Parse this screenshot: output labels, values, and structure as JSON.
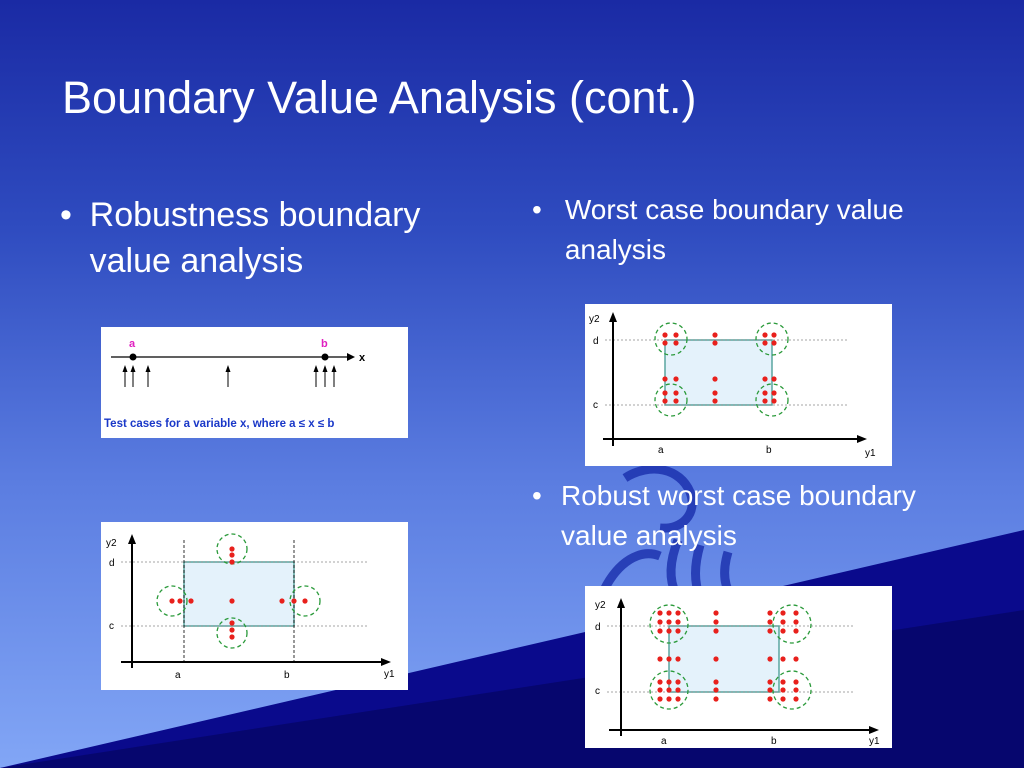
{
  "slide": {
    "title": "Boundary Value Analysis (cont.)",
    "bullet_glyph": "•",
    "bullets": [
      "Robustness boundary value analysis",
      "Worst case boundary value analysis",
      "Robust worst case boundary value analysis"
    ]
  },
  "number_line": {
    "point_a": "a",
    "point_b": "b",
    "axis_label": "x",
    "caption": "Test cases for a variable x, where  a ≤  x ≤  b"
  },
  "grid_diagram": {
    "x_axis": "y1",
    "y_axis": "y2",
    "x_tick_a": "a",
    "x_tick_b": "b",
    "y_tick_c": "c",
    "y_tick_d": "d"
  },
  "colors": {
    "point": "#e8201c",
    "circle": "#2a9a3a",
    "region_fill": "#e4f2fb",
    "region_stroke": "#5aa6a0",
    "label_pink": "#e020c0",
    "caption_blue": "#1a38c8"
  }
}
